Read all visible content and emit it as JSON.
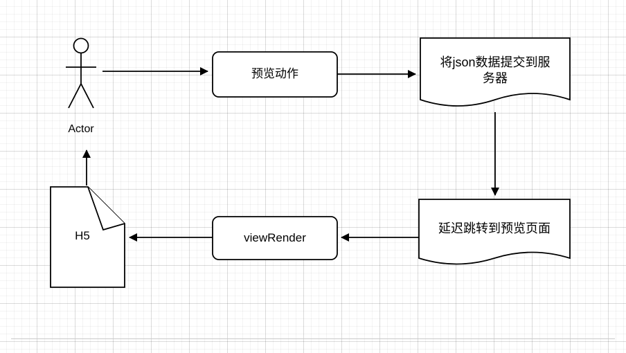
{
  "diagram": {
    "nodes": {
      "actor": {
        "label": "Actor",
        "shape": "stick-figure"
      },
      "preview_action": {
        "label": "预览动作",
        "shape": "rounded-rectangle"
      },
      "submit_json": {
        "label": "将json数据提交到服务器",
        "shape": "document"
      },
      "delayed_redirect": {
        "label": "延迟跳转到预览页面",
        "shape": "document"
      },
      "view_render": {
        "label": "viewRender",
        "shape": "rounded-rectangle"
      },
      "h5_page": {
        "label": "H5",
        "shape": "folded-corner-note"
      }
    },
    "edges": [
      {
        "from": "actor",
        "to": "preview_action",
        "direction": "right"
      },
      {
        "from": "preview_action",
        "to": "submit_json",
        "direction": "right"
      },
      {
        "from": "submit_json",
        "to": "delayed_redirect",
        "direction": "down"
      },
      {
        "from": "delayed_redirect",
        "to": "view_render",
        "direction": "left"
      },
      {
        "from": "view_render",
        "to": "h5_page",
        "direction": "left"
      },
      {
        "from": "h5_page",
        "to": "actor",
        "direction": "up"
      }
    ],
    "colors": {
      "stroke": "#000000",
      "shape_fill": "#ffffff",
      "text": "#000000",
      "grid_minor": "#f4f4f4",
      "grid_major": "#e6e6e6",
      "background": "#ffffff"
    }
  }
}
